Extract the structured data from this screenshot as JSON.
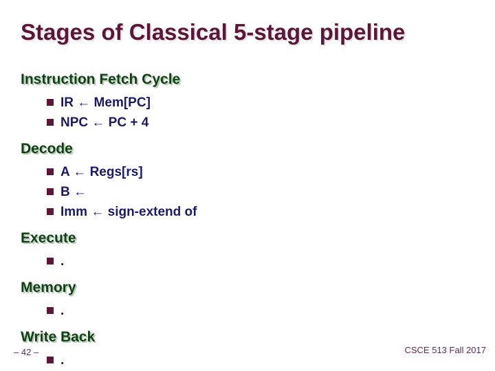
{
  "slide": {
    "title": "Stages of Classical 5-stage pipeline",
    "sections": [
      {
        "heading": "Instruction Fetch Cycle",
        "bullets": [
          {
            "text": "IR ← Mem[PC]"
          },
          {
            "text": "NPC ← PC + 4"
          }
        ]
      },
      {
        "heading": "Decode",
        "bullets": [
          {
            "text": "A ← Regs[rs]"
          },
          {
            "text": "B ←"
          },
          {
            "text": "Imm ← sign-extend of"
          }
        ]
      },
      {
        "heading": "Execute",
        "bullets": [
          {
            "text": "."
          }
        ]
      },
      {
        "heading": "Memory",
        "bullets": [
          {
            "text": "."
          }
        ]
      },
      {
        "heading": "Write Back",
        "bullets": [
          {
            "text": "."
          }
        ]
      }
    ],
    "footer": {
      "page_number": "– 42 –",
      "course": "CSCE 513 Fall 2017"
    }
  },
  "theme": {
    "background": "#FFFFFF",
    "title_color": "#5C1638",
    "heading_color": "#133F16",
    "heading_shadow": "#B3CDB3",
    "body_color": "#1A1A68",
    "bullet_color": "#5C1638",
    "footer_color": "#5E2A5A"
  }
}
